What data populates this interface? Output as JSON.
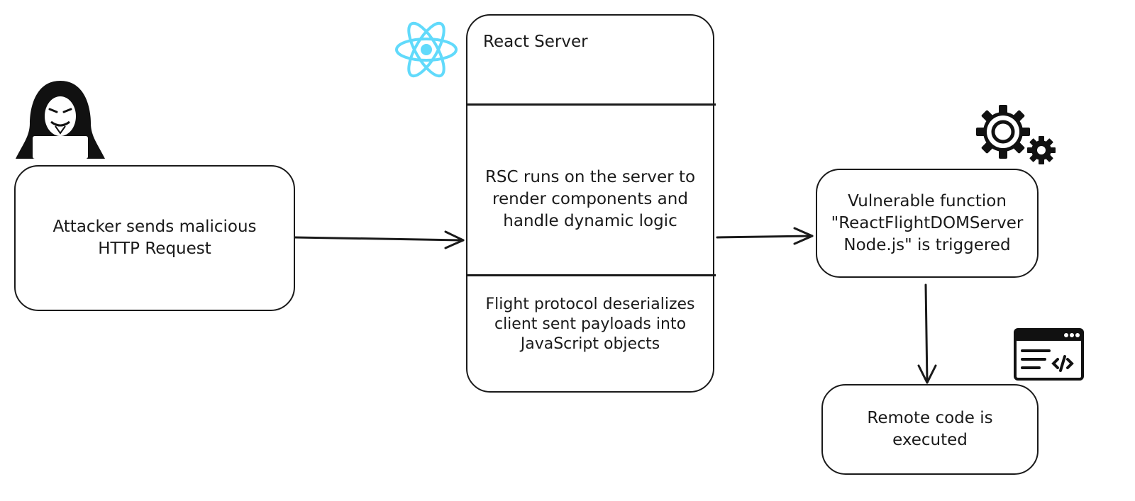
{
  "nodes": {
    "attacker": {
      "label": "Attacker sends malicious\nHTTP Request"
    },
    "server": {
      "title": "React Server",
      "rsc": "RSC runs on the server to\nrender components and\nhandle dynamic logic",
      "flight": "Flight protocol deserializes\nclient sent payloads into\nJavaScript objects"
    },
    "vulnerable": {
      "label": "Vulnerable function\n\"ReactFlightDOMServer\nNode.js\" is triggered"
    },
    "rce": {
      "label": "Remote code is\nexecuted"
    }
  },
  "icons": {
    "hacker": "hooded-hacker-icon",
    "react": "react-logo-icon",
    "gears": "gears-icon",
    "code_window": "code-window-icon"
  },
  "colors": {
    "stroke": "#1a1a1a",
    "react": "#61dafb"
  }
}
